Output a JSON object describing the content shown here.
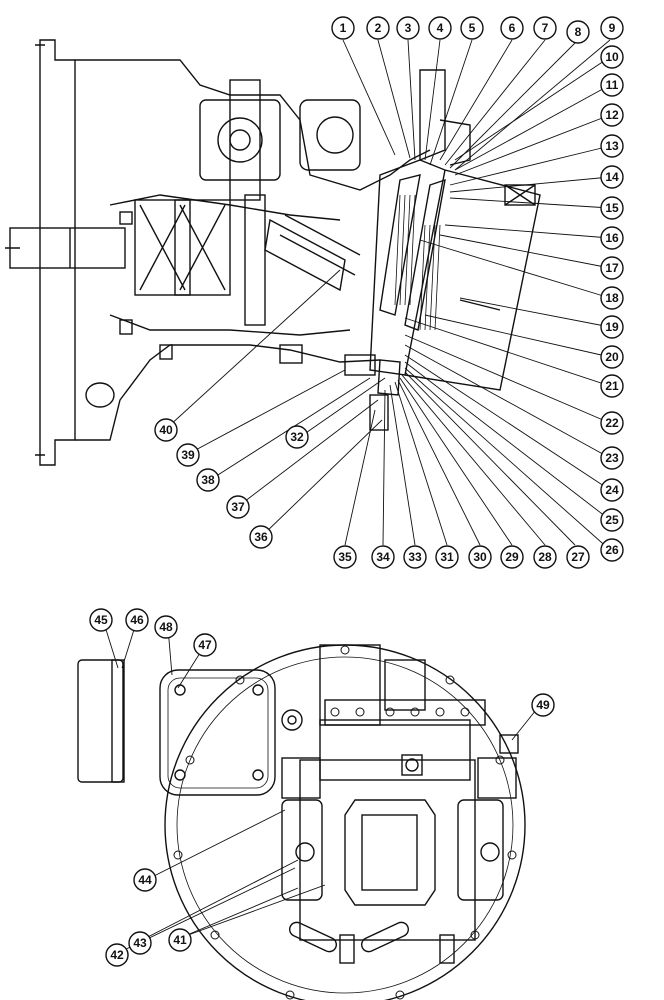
{
  "callouts_top_row": [
    "1",
    "2",
    "3",
    "4",
    "5",
    "6",
    "7",
    "8",
    "9"
  ],
  "callouts_right_column": [
    "10",
    "11",
    "12",
    "13",
    "14",
    "15",
    "16",
    "17",
    "18",
    "19",
    "20",
    "21",
    "22",
    "23",
    "24",
    "25",
    "26"
  ],
  "callouts_bottom_row": [
    "35",
    "34",
    "33",
    "31",
    "30",
    "29",
    "28",
    "27"
  ],
  "callouts_left_diagonal": [
    "40",
    "39",
    "32",
    "38",
    "37",
    "36"
  ],
  "callouts_lower_view": {
    "top": [
      "45",
      "46",
      "48",
      "47",
      "49"
    ],
    "left": [
      "44",
      "43",
      "42",
      "41"
    ]
  },
  "colors": {
    "ink": "#111111",
    "paper": "#ffffff"
  }
}
